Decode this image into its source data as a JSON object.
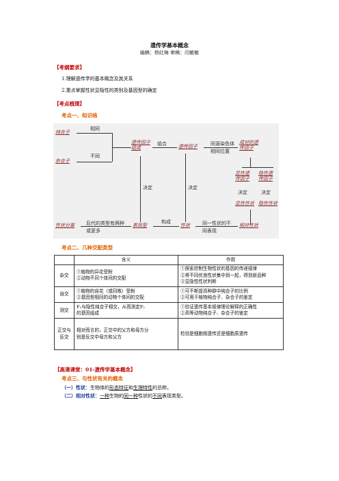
{
  "doc": {
    "title": "遗传学基本概念",
    "editors": "编稿：杨红梅    审稿：闫敏敏",
    "section1": "【考纲要求】",
    "req1": "1.理解遗传学的基本概念及其关系",
    "req2": "2.重点掌握性状显隐性的类别及基因型的确定",
    "section2": "【考点梳理】",
    "point1": "考点一、知识络",
    "point2": "考点二、几种交配类型",
    "lesson": "【高清课堂：01-遗传学基本概念】",
    "point3": "考点三、与性状有关的概念",
    "trait_label": "（一）性状",
    "trait_text_a": "：生物体的",
    "trait_u1": "形态特征",
    "trait_text_b": "和",
    "trait_u2": "生理特性",
    "trait_text_c": "的总称。",
    "rel_label": "（二）相对性状",
    "rel_text_a": "：",
    "rel_u1": "一种",
    "rel_text_b": "生物的",
    "rel_u2": "同一种",
    "rel_text_c": "性状的",
    "rel_u3": "不同",
    "rel_text_d": "表现类型。"
  },
  "diagram": {
    "homozygote": "纯合子",
    "heterozygote": "杂合子",
    "same": "相同",
    "different": "不同",
    "genotype_composition": "遗传因子组成",
    "compose": "组合",
    "genetic_factor": "遗传因子",
    "homologous_position": "同源染色体相同位置",
    "allele": "成对的遗传因子",
    "dominant_factor": "显性遗传因子",
    "recessive_factor": "隐性遗传因子",
    "determine": "决定",
    "dominant_trait": "显性性状",
    "recessive_trait": "隐性性状",
    "segregation": "性状分离",
    "later_types": "后代的类型有两种或更多",
    "phenotype": "表现型",
    "constitute": "构成",
    "trait": "性状",
    "same_trait_diff": "同一性状的不同表现",
    "relative_trait": "相对性状"
  },
  "table": {
    "headers": [
      "含义",
      "作用"
    ],
    "rows": [
      {
        "name": "杂交",
        "meaning_lines": [
          "①植物的异花受粉",
          "②动物不同个体间的交配"
        ],
        "use_lines": [
          "①探索控制生物性状的基因的传递规律",
          "②将不同优良性状集中到一起，得到新品种",
          "③显隐性性状判断"
        ]
      },
      {
        "name": "自交",
        "meaning_lines": [
          "①植物的自花（或同株）受粉",
          "②基因型相同的动物个体间的交配"
        ],
        "use_lines": [
          "①可不断提高种群中纯合子的比例",
          "②可用于植物纯合子、杂合子的鉴定"
        ]
      },
      {
        "name": "测交",
        "meaning_lines": [
          "F₁与隐性纯合子相交，从而测定F₁",
          "的基因组成"
        ],
        "use_lines": [
          "①验证遗传基本规律理论解释的正确性",
          "②高等动物纯合子、杂合子的鉴定"
        ]
      },
      {
        "name": "正交与反交",
        "meaning_lines": [
          "相对而言的，正交中的父方和母方分",
          "别是反交中母方和父方"
        ],
        "use_lines": [
          "检验是细胞核遗传还是细胞质遗传"
        ]
      }
    ]
  }
}
